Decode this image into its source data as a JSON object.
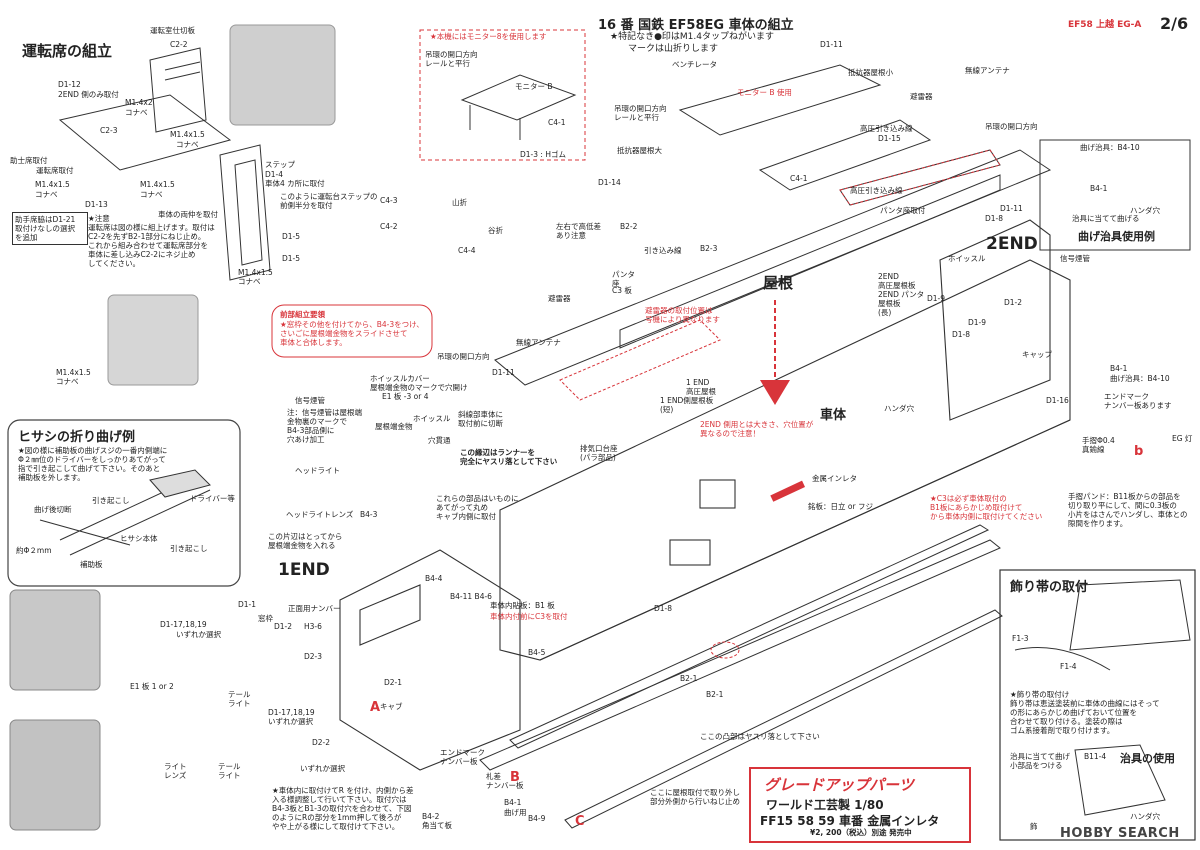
{
  "header": {
    "title": "16 番 国鉄 EF58EG 車体の組立",
    "note1": "★特記なき●印はM1.4タップねがいます",
    "note2": "マークは山折りします",
    "corner": "EF58 上越 EG-A",
    "page": "2/6"
  },
  "cab": {
    "title": "運転席の組立",
    "labels": [
      "運転室仕切板",
      "C2-2",
      "D1-12",
      "2END 側のみ取付",
      "M1.4x2",
      "コナベ",
      "C2-3",
      "M1.4x1.5",
      "コナベ",
      "助士席取付",
      "D1-13",
      "M1.4x1.5",
      "コナベ",
      "運転席取付",
      "M1.4x1.5",
      "コナベ"
    ],
    "helper_box": "助手席脇はD1-21\n取付けなしの選択\nを追加",
    "note": "★注意\n運転席は図の様に組上げます。取付は\nC2-2を先ずB2-1部分にねじ止め。\nこれから組み合わせて運転席部分を\n車体に差し込みC2-2にネジ止め\nしてください。",
    "step_label": "ステップ",
    "step_sub": "D1-4\n車体4 カ所に取付",
    "step_note": "このように運転台ステップの\n前側半分を取付",
    "panel_label": "車体の両仲を取付",
    "d15": "D1-5",
    "d15b": "D1-5",
    "m14": "M1.4x1.5\nコナベ",
    "m14b": "M1.4x1.5\nコナベ"
  },
  "hisashi": {
    "title": "ヒサシの折り曲げ例",
    "desc": "★図の様に補助板の曲げスジの一番内側端に\nΦ２㎜位のドライバーをしっかりあてがって\n指で引き起こして曲げて下さい。そのあと\n補助板を外します。",
    "labels": [
      "曲げ後切断",
      "引き起こし",
      "ドライバー等",
      "ヒサシ本体",
      "約Φ２mm",
      "引き起こし",
      "補助板"
    ]
  },
  "roof": {
    "monitor_box_title": "★本機にはモニター8を使用します",
    "monitor_label": "モニター B",
    "c41": "C4-1",
    "d13": "D1-3 : Hゴム",
    "dir1": "吊環の開口方向\nレールと平行",
    "dir2": "吊環の開口方向\nレールと平行",
    "vent": "ベンチレータ",
    "monitor_use": "モニター B 使用",
    "d111": "D1-11",
    "resist_small": "抵抗器屋根小",
    "horn": "無線アンテナ",
    "lightning": "避雷器",
    "resist_large": "抵抗器屋根大",
    "high_pressure": "高圧引き込み線",
    "d115": "D1-15",
    "d114": "D1-14",
    "hang_dir": "吊環の開口方向",
    "pantograph": "パンタ座取付",
    "d18": "D1-8",
    "d111b": "D1-11",
    "c41b": "C4-1",
    "hp_wire": "高圧引き込み線"
  },
  "jig": {
    "title": "曲げ治具使用例",
    "labels": [
      "曲げ治具：B4-10",
      "B4-1",
      "治具に当てて曲げる",
      "ハンダ穴"
    ]
  },
  "body": {
    "c43": "C4-3",
    "c42": "C4-2",
    "c44": "C4-4",
    "yamaori": "山折",
    "taniori": "谷折",
    "height_diff": "左右で高低差\nあり注意",
    "b22": "B2-2",
    "hp_wire2": "引き込み線",
    "b23": "B2-3",
    "lightning2": "避雷器",
    "panta_seat": "パンタ\n座",
    "c3": "C3 板",
    "yane": "屋根",
    "note_red": "避雷器の取付位置は\n号機により異なります",
    "front_assembly_title": "前部組立要領",
    "front_assembly": "★窓枠その他を付けてから、B4-3をつけ、\nさいごに屋根端金物をスライドさせて\n車体と合体します。",
    "antenna": "無線アンテナ",
    "end_2": "2END",
    "signal": "信号煙管",
    "whistle": "ホイッスル",
    "d19": "D1-9",
    "d12": "D1-2",
    "d19b": "D1-9",
    "d18b": "D1-8",
    "cap": "キャップ",
    "b41": "B4-1",
    "jig2": "曲げ治具：B4-10",
    "endmark": "エンドマーク\nナンバー板あります",
    "d116": "D1-16",
    "handrail": "手摺Φ0.4\n真鍮線",
    "eg_light": "EG 灯",
    "b_mark": "b",
    "hang_dir2": "吊環の開口方向",
    "d111c": "D1-11",
    "end1_label": "1 END\n高圧屋根",
    "end1_label2": "1 END側屋根板\n(短)",
    "end2_hp": "2END\n高圧屋根板",
    "end2_panta": "2END パンタ\n屋根板\n(長)",
    "attach_note": "2END 側用とは大きさ、穴位置が\n異なるので注意！",
    "body_label": "車体",
    "solder_hole": "ハンダ穴",
    "kanagata": "金属インレタ",
    "maker_plate": "銘板：日立 or フジ",
    "c3_note": "★C3は必ず車体取付の\nB1板にあらかじめ取付けて\nから車体内側に取付けてください",
    "handrail_note": "手摺パンド：B11板からの部品を\n切り取り平にして、間に0.3板の\n小片をはさんでハンダし、車体との\n隙間を作ります。",
    "whistle_cover": "ホイッスルカバー\n屋根端金物のマークで穴開け",
    "e1": "E1 板 -3 or 4",
    "signal2": "信号煙管",
    "signal_note": "注：信号煙管は屋根端\n金物裏のマークで\nB4-3部品側に\n穴あけ加工",
    "roof_end": "屋根端金物",
    "whistle2": "ホイッスル",
    "hole": "穴貫通",
    "slope_note": "斜線部車体に\n取付前に切断",
    "runner_note": "この縁辺はランナーを\n完全にヤスリ落として下さい",
    "exhaust": "排気口台座\n(パラ部品)",
    "headlight": "ヘッドライト",
    "headlight_lens": "ヘッドライトレンズ",
    "b43": "B4-3",
    "parts_note": "これらの部品はいものに\nあてがって丸め\nキャブ内側に取付",
    "assembly_note": "この片辺はとってから\n屋根端金物を入れる",
    "end_1": "1END",
    "b44": "B4-4",
    "b411": "B4-11 B4-6",
    "interior_plate": "車体内貼板：B1 板",
    "interior_note": "車体内付前にC3を取付",
    "d18c": "D1-8",
    "d11": "D1-1",
    "d17": "D1-17,18,19",
    "any_choice": "いずれか選択",
    "window": "窓枠",
    "number_plate": "正面用ナンバー",
    "d12b": "D1-2",
    "h36": "H3-6",
    "d23": "D2-3",
    "b45": "B4-5",
    "e1b": "E1 板 1 or 2",
    "d21": "D2-1",
    "cab2": "キャブ",
    "b21": "B2-1",
    "b21b": "B2-1",
    "polish_note": "ここの凸部はヤスリ落として下さい",
    "d22": "D2-2",
    "tail": "テール\nライト",
    "any_choice2": "いずれか選択",
    "d17b": "D1-17,18,19\nいずれか選択",
    "endmark2": "エンドマーク\nナンバー板",
    "name_plate": "札差\nナンバー板",
    "lens": "ライト\nレンズ",
    "taillight2": "テール\nライト",
    "body_note": "★車体内に取付けてR を付け、内側から差\n入る様調整して行いて下さい。取付穴は\nB4-3板とB1-3の取付穴を合わせて、下図\nのようにRの部分を1mm押して後ろが\nやや上がる様にして取付けて下さい。",
    "b42": "B4-2\n角当て板",
    "screw_note": "ここに屋根取付で取り外し\n部分外側から行いねじ止め",
    "b41b": "B4-1",
    "jig3": "曲げ用",
    "b49": "B4-9",
    "c_mark": "C",
    "a_mark": "A",
    "b_mark2": "B"
  },
  "decor": {
    "title": "飾り帯の取付",
    "f13": "F1-3",
    "f14": "F1-4",
    "note": "★飾り帯の取付け\n飾り帯は恵送塗装前に車体の曲線にはそって\nの形にあらかじめ曲げておいて位置を\n合わせて取り付ける。塗装の際は\nゴム系接着剤で取り付けます。",
    "jig_title": "治具の使用",
    "jig_note": "治具に当てて曲げ\n小部品をつける",
    "b114": "B11-4",
    "solder": "ハンダ穴",
    "obi": "飾"
  },
  "ad": {
    "head": "グレードアップパーツ",
    "line1": "ワールド工芸製  1/80",
    "line2": "FF15 58 59  車番  金属インレタ",
    "line3": "¥2, 200（税込）別途  発売中"
  },
  "logo": "HOBBY SEARCH",
  "colors": {
    "accent": "#d8343a",
    "ink": "#222222"
  }
}
